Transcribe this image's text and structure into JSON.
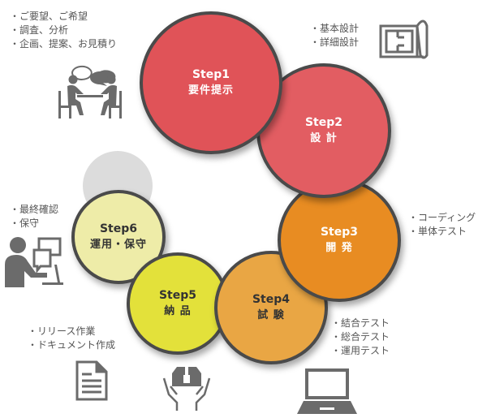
{
  "steps": [
    {
      "step": "Step1",
      "name": "要件提示",
      "color": "#e05358",
      "text_color": "#ffffff"
    },
    {
      "step": "Step2",
      "name": "設 計",
      "color": "#e25d62",
      "text_color": "#ffffff"
    },
    {
      "step": "Step3",
      "name": "開 発",
      "color": "#e88c22",
      "text_color": "#ffffff"
    },
    {
      "step": "Step4",
      "name": "試 験",
      "color": "#e9a644",
      "text_color": "#333333"
    },
    {
      "step": "Step5",
      "name": "納 品",
      "color": "#e3e13a",
      "text_color": "#333333"
    },
    {
      "step": "Step6",
      "name": "運用・保守",
      "color": "#eeeca8",
      "text_color": "#333333"
    }
  ],
  "details": {
    "step1": [
      "ご要望、ご希望",
      "調査、分析",
      "企画、提案、お見積り"
    ],
    "step2": [
      "基本設計",
      "詳細設計"
    ],
    "step3": [
      "コーディング",
      "単体テスト"
    ],
    "step4": [
      "結合テスト",
      "総合テスト",
      "運用テスト"
    ],
    "step5": [
      "リリース作業",
      "ドキュメント作成"
    ],
    "step6": [
      "最終確認",
      "保守"
    ]
  },
  "icons": {
    "step1": "meeting-icon",
    "step2": "blueprint-icon",
    "step4": "laptop-icon",
    "step5": "package-hands-icon",
    "step5_doc": "document-icon",
    "step6": "support-operator-icon"
  },
  "colors": {
    "outline": "#4a4a4a",
    "icon": "#6b6b6b",
    "ghost": "#dcdcdc"
  }
}
